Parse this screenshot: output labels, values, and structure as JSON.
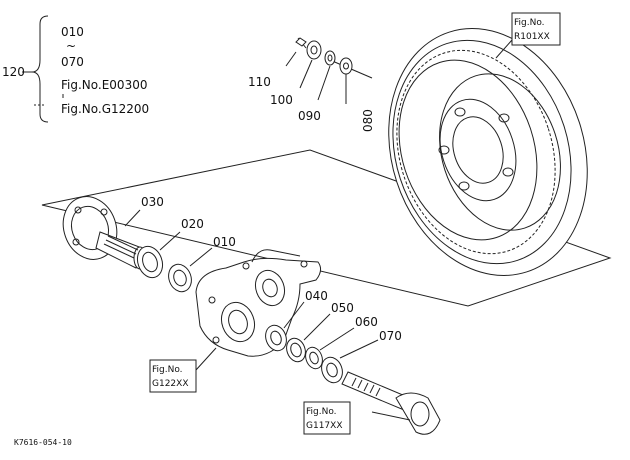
{
  "callouts": {
    "p010": "010",
    "p020": "020",
    "p030": "030",
    "p040": "040",
    "p050": "050",
    "p060": "060",
    "p070": "070",
    "p080": "080",
    "p090": "090",
    "p100": "100",
    "p110": "110"
  },
  "group": {
    "number": "120",
    "range_start": "010",
    "tilde": "~",
    "range_end": "070",
    "ref1": "Fig.No.E00300",
    "ref2": "Fig.No.G12200"
  },
  "fig_refs": {
    "rim": {
      "line1": "Fig.No.",
      "line2": "R101XX"
    },
    "knuckle": {
      "line1": "Fig.No.",
      "line2": "G122XX"
    },
    "shaft": {
      "line1": "Fig.No.",
      "line2": "G117XX"
    }
  },
  "footer": {
    "drawing_code": "K7616-054-10"
  }
}
